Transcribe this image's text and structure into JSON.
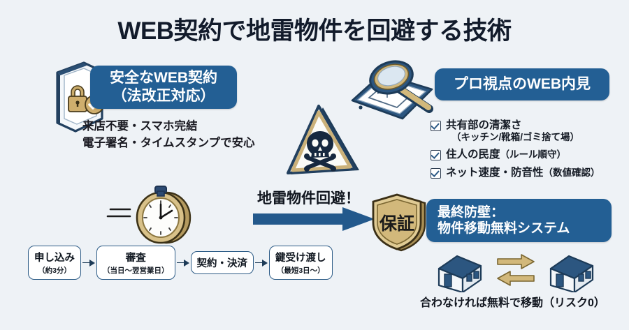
{
  "page": {
    "title": "WEB契約で地雷物件を回避する技術",
    "background_color": "#eef2f6",
    "accent_blue": "#235f94",
    "accent_gold": "#d9bc7a",
    "text_dark": "#121b2b"
  },
  "secure_contract": {
    "heading_line1": "安全なWEB契約",
    "heading_line2": "（法改正対応）",
    "sub_line1": "来店不要・スマホ完結",
    "sub_line2": "電子署名・タイムスタンプで安心",
    "icon": "smartphone-lock-verified-icon"
  },
  "web_viewing": {
    "heading": "プロ視点のWEB内見",
    "icon": "tablet-floorplan-magnifier-icon",
    "checklist": [
      {
        "label": "共有部の清潔さ",
        "detail": "（キッチン/靴箱/ゴミ捨て場）"
      },
      {
        "label": "住人の民度",
        "detail": "（ルール順守）"
      },
      {
        "label": "ネット速度・防音性",
        "detail": "（数値確認）"
      }
    ]
  },
  "hazard": {
    "icon": "skull-warning-triangle-icon",
    "arrow_label": "地雷物件回避！",
    "arrow_icon": "right-arrow-icon"
  },
  "speed": {
    "icon": "stopwatch-speed-icon"
  },
  "guarantee": {
    "badge_text": "保証",
    "badge_icon": "shield-guarantee-icon",
    "heading_line1": "最終防壁：",
    "heading_line2": "物件移動無料システム",
    "houses_icon": "two-houses-swap-icon",
    "caption": "合わなければ無料で移動（リスク0）"
  },
  "flow": {
    "steps": [
      {
        "main": "申し込み",
        "sub": "（約3分）"
      },
      {
        "main": "審査",
        "sub": "（当日〜翌営業日）"
      },
      {
        "main": "契約・決済",
        "sub": ""
      },
      {
        "main": "鍵受け渡し",
        "sub": "（最短3日〜）"
      }
    ]
  }
}
